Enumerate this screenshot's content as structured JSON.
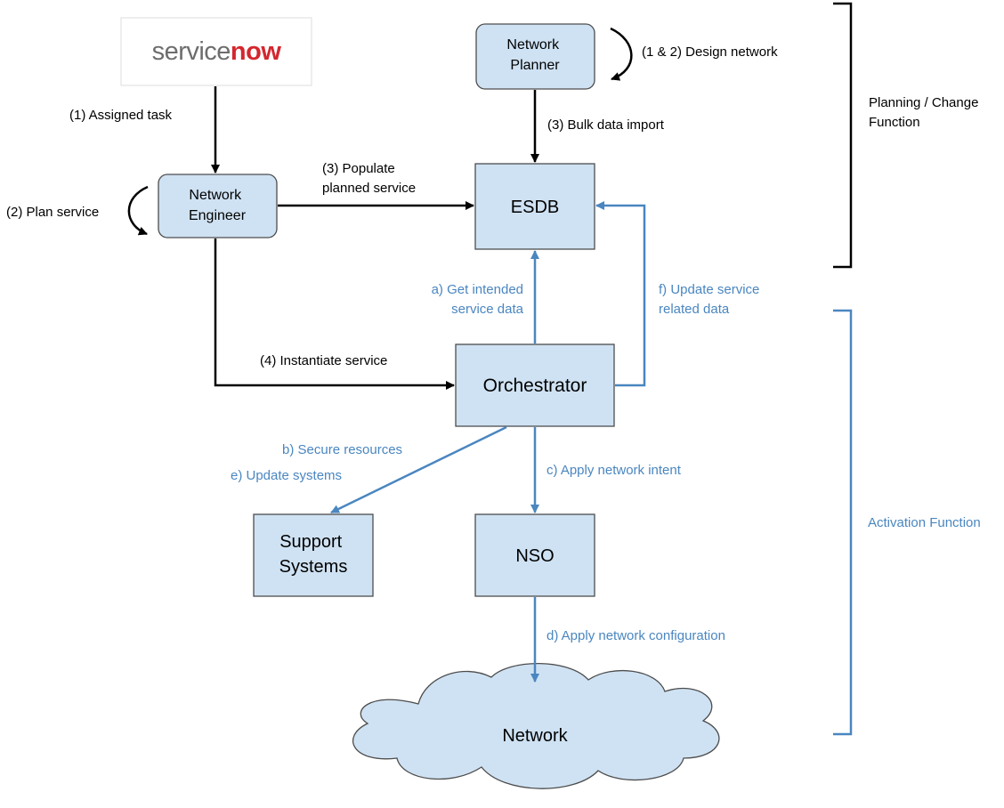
{
  "logo": {
    "text_plain": "service",
    "text_accent": "now",
    "accent_color": "#d3272e",
    "text_color": "#6d6d6d"
  },
  "nodes": {
    "network_planner": [
      "Network",
      "Planner"
    ],
    "network_engineer": [
      "Network",
      "Engineer"
    ],
    "esdb": "ESDB",
    "orchestrator": "Orchestrator",
    "support_systems": [
      "Support",
      "Systems"
    ],
    "nso": "NSO",
    "network": "Network"
  },
  "labels": {
    "design_network": "(1 & 2) Design network",
    "assigned_task": "(1) Assigned task",
    "bulk_import": "(3) Bulk data import",
    "populate_1": "(3) Populate",
    "populate_2": "planned service",
    "plan_service": "(2) Plan service",
    "instantiate": "(4) Instantiate service",
    "get_intended_1": "a) Get intended",
    "get_intended_2": "service data",
    "update_related_1": "f) Update service",
    "update_related_2": "related data",
    "secure_resources": "b) Secure resources",
    "update_systems": "e) Update systems",
    "apply_intent": "c) Apply network intent",
    "apply_config": "d) Apply network configuration"
  },
  "functions": {
    "planning_1": "Planning / Change",
    "planning_2": "Function",
    "activation": "Activation Function"
  },
  "colors": {
    "box_fill": "#cfe2f3",
    "box_stroke": "#4d4d4d",
    "blue": "#4a86c0",
    "black": "#000000"
  }
}
